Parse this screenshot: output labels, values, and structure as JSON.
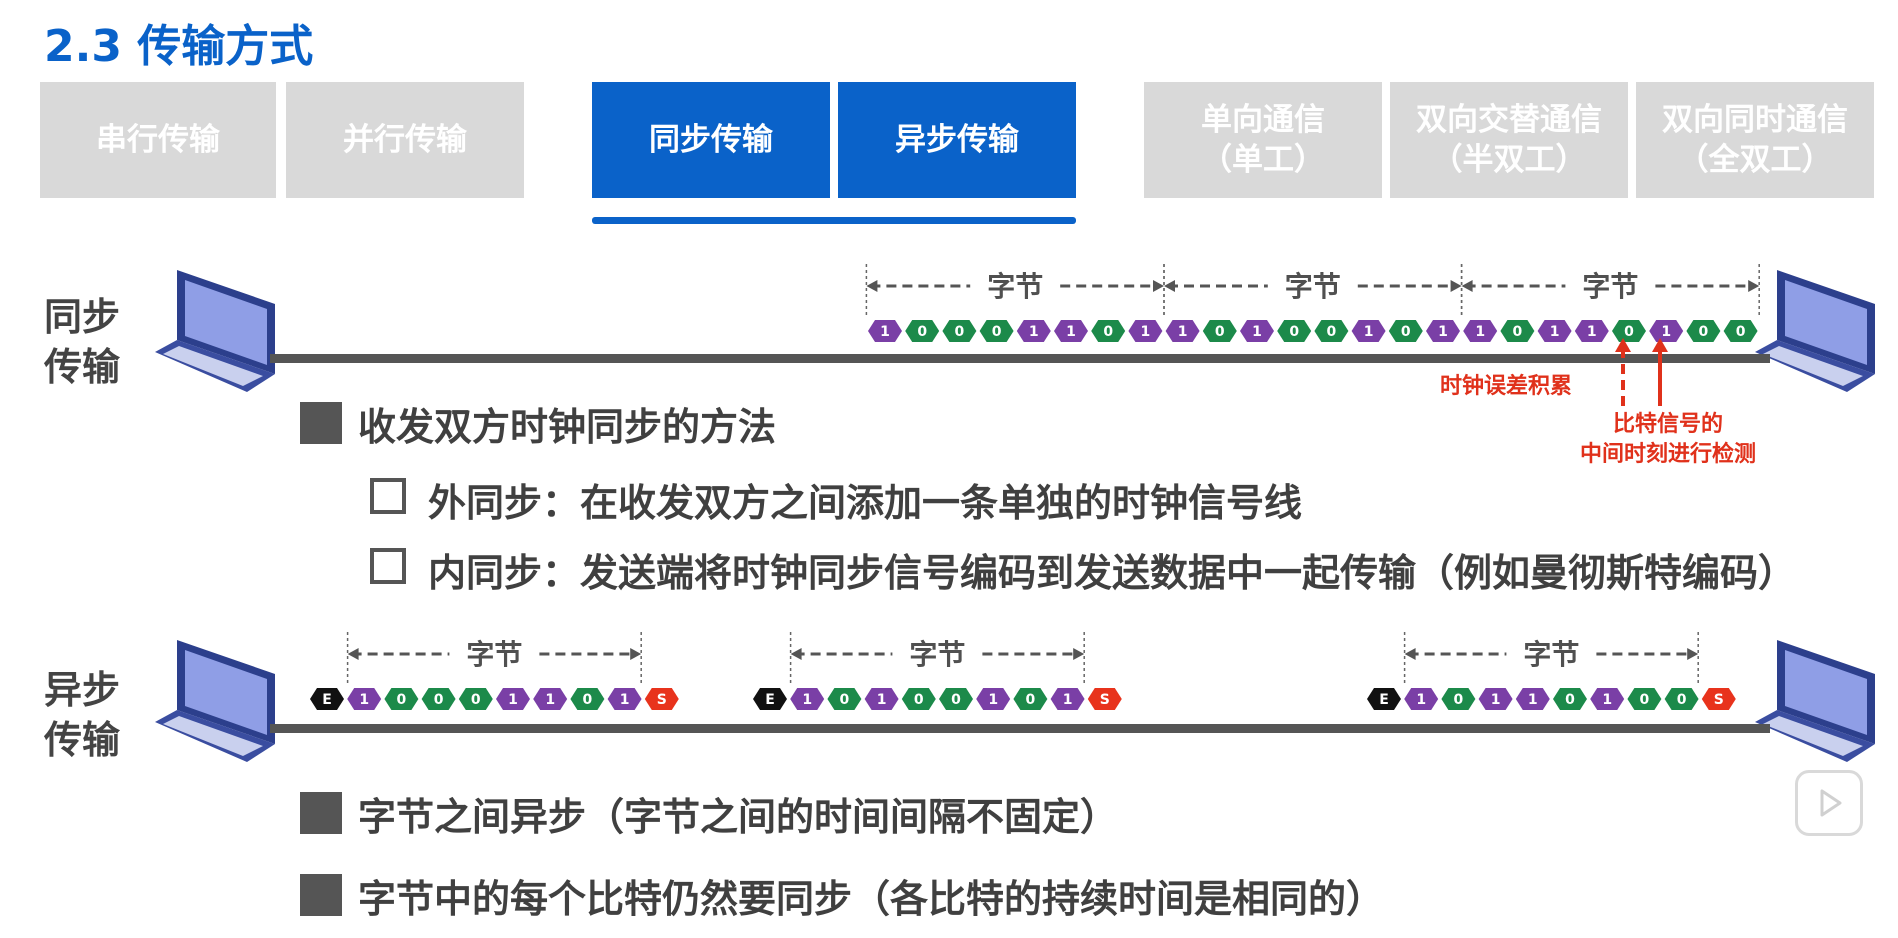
{
  "title": "2.3 传输方式",
  "tabs": [
    {
      "label": "串行传输",
      "active": false
    },
    {
      "label": "并行传输",
      "active": false
    },
    {
      "label": "同步传输",
      "active": true
    },
    {
      "label": "异步传输",
      "active": true
    },
    {
      "label": "单向通信\n（单工）",
      "active": false
    },
    {
      "label": "双向交替通信\n（半双工）",
      "active": false
    },
    {
      "label": "双向同时通信\n（全双工）",
      "active": false
    }
  ],
  "colors": {
    "accent": "#0a62c9",
    "bit1": "#7a3fa6",
    "bit0": "#1c8a4a",
    "start": "#e8331c",
    "end": "#111111",
    "red": "#e0311b"
  },
  "sync": {
    "side_label_1": "同步",
    "side_label_2": "传输",
    "byte_label": "字节",
    "bits": [
      "1",
      "0",
      "0",
      "0",
      "1",
      "1",
      "0",
      "1",
      "1",
      "0",
      "1",
      "0",
      "0",
      "1",
      "0",
      "1",
      "1",
      "0",
      "1",
      "1",
      "0",
      "1",
      "0",
      "0"
    ],
    "clock_error_label": "时钟误差积累",
    "detect_label_1": "比特信号的",
    "detect_label_2": "中间时刻进行检测",
    "heading": "收发双方时钟同步的方法",
    "item1": "外同步：在收发双方之间添加一条单独的时钟信号线",
    "item2": "内同步：发送端将时钟同步信号编码到发送数据中一起传输（例如曼彻斯特编码）"
  },
  "async": {
    "side_label_1": "异步",
    "side_label_2": "传输",
    "byte_label": "字节",
    "frames": [
      {
        "start": "E",
        "bits": [
          "1",
          "0",
          "0",
          "0",
          "1",
          "1",
          "0",
          "1"
        ],
        "end": "S"
      },
      {
        "start": "E",
        "bits": [
          "1",
          "0",
          "1",
          "0",
          "0",
          "1",
          "0",
          "1"
        ],
        "end": "S"
      },
      {
        "start": "E",
        "bits": [
          "1",
          "0",
          "1",
          "1",
          "0",
          "1",
          "0",
          "0"
        ],
        "end": "S"
      }
    ],
    "point1": "字节之间异步（字节之间的时间间隔不固定）",
    "point2": "字节中的每个比特仍然要同步（各比特的持续时间是相同的）"
  },
  "icons": [
    "laptop-icon",
    "play-icon"
  ]
}
